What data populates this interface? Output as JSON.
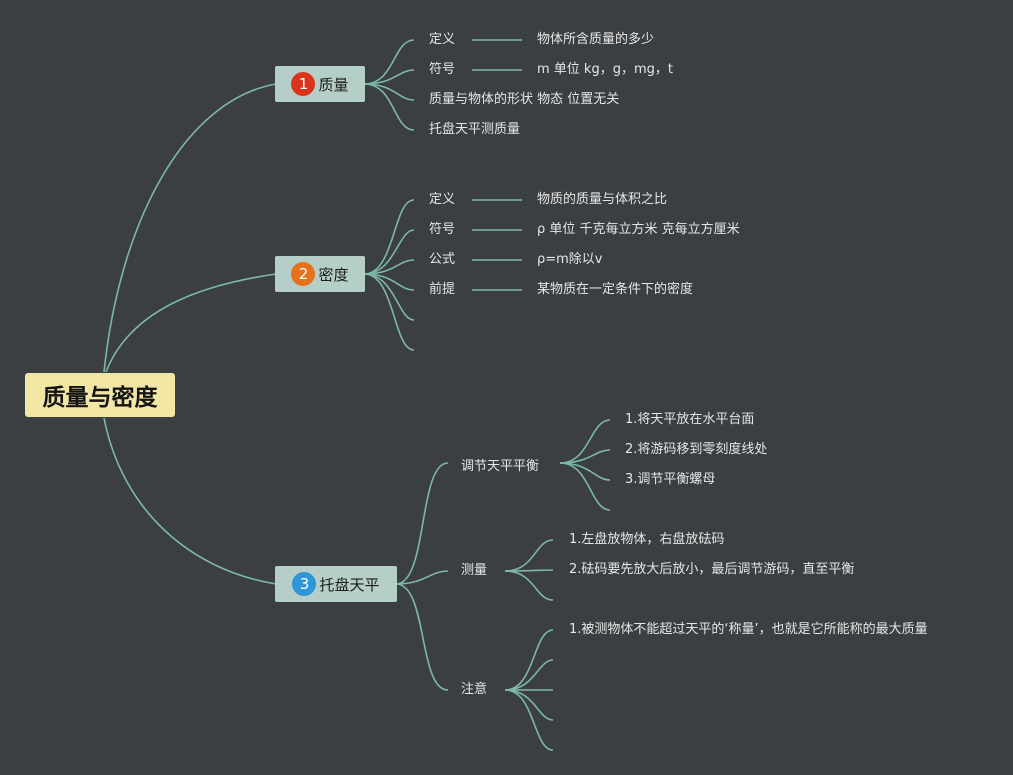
{
  "root": {
    "label": "质量与密度"
  },
  "branch1": {
    "num": "1",
    "label": "质量",
    "color": "#d9331b",
    "defn_label": "定义",
    "defn_value": "物体所含质量的多少",
    "symbol_label": "符号",
    "symbol_value": "m 单位 kg，g，mg，t",
    "note1": "质量与物体的形状 物态 位置无关",
    "note2": "托盘天平测质量"
  },
  "branch2": {
    "num": "2",
    "label": "密度",
    "color": "#e4711e",
    "defn_label": "定义",
    "defn_value": "物质的质量与体积之比",
    "symbol_label": "符号",
    "symbol_value": "ρ 单位 千克每立方米 克每立方厘米",
    "formula_label": "公式",
    "formula_value": "ρ=m除以v",
    "premise_label": "前提",
    "premise_value": "某物质在一定条件下的密度"
  },
  "branch3": {
    "num": "3",
    "label": "托盘天平",
    "color": "#2d97d8",
    "adjust": {
      "label": "调节天平平衡",
      "steps": [
        "1.将天平放在水平台面",
        "2.将游码移到零刻度线处",
        "3.调节平衡螺母"
      ]
    },
    "measure": {
      "label": "测量",
      "steps": [
        "1.左盘放物体，右盘放砝码",
        "2.砝码要先放大后放小，最后调节游码，直至平衡"
      ]
    },
    "caution": {
      "label": "注意",
      "steps": [
        "1.被测物体不能超过天平的‘称量’，也就是它所能称的最大质量"
      ]
    }
  }
}
